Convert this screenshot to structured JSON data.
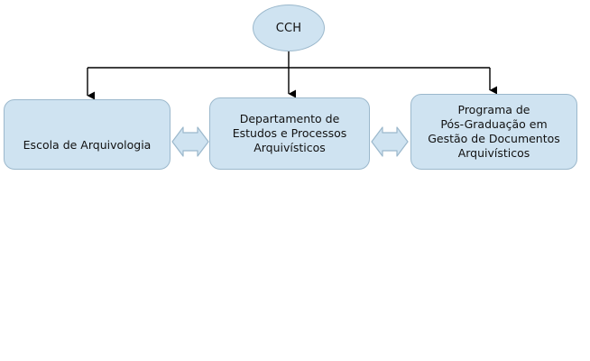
{
  "diagram": {
    "type": "organizational-tree",
    "root": {
      "id": "cch",
      "shape": "ellipse",
      "label": "CCH"
    },
    "children": [
      {
        "id": "escola",
        "shape": "rounded-rectangle",
        "label": "Escola de Arquivologia"
      },
      {
        "id": "departamento",
        "shape": "rounded-rectangle",
        "label": "Departamento de\nEstudos e Processos\nArquivísticos"
      },
      {
        "id": "programa",
        "shape": "rounded-rectangle",
        "label": "Programa de\nPós-Graduação em\nGestão de Documentos\nArquivísticos"
      }
    ],
    "connectors": {
      "tree_arrows": "down-arrow",
      "peer_arrows": "double-headed-horizontal-arrow"
    },
    "colors": {
      "node_fill": "#cfe3f1",
      "node_border": "#9bb8cc",
      "connector_line": "#000000",
      "background": "#ffffff",
      "text": "#111111"
    }
  }
}
